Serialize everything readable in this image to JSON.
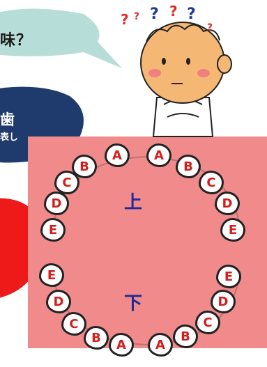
{
  "question_bubble": {
    "text": "味？"
  },
  "character": {
    "question_marks": [
      "?",
      "?",
      "?",
      "?",
      "?",
      "?"
    ]
  },
  "info_bubble": {
    "title": "歯",
    "subtitle": "表し"
  },
  "diagram": {
    "background_color": "#f18b8b",
    "upper_label": "上",
    "lower_label": "下",
    "upper_teeth": [
      "E",
      "D",
      "C",
      "B",
      "A",
      "A",
      "B",
      "C",
      "D",
      "E"
    ],
    "lower_teeth": [
      "E",
      "D",
      "C",
      "B",
      "A",
      "A",
      "B",
      "C",
      "D",
      "E"
    ]
  }
}
